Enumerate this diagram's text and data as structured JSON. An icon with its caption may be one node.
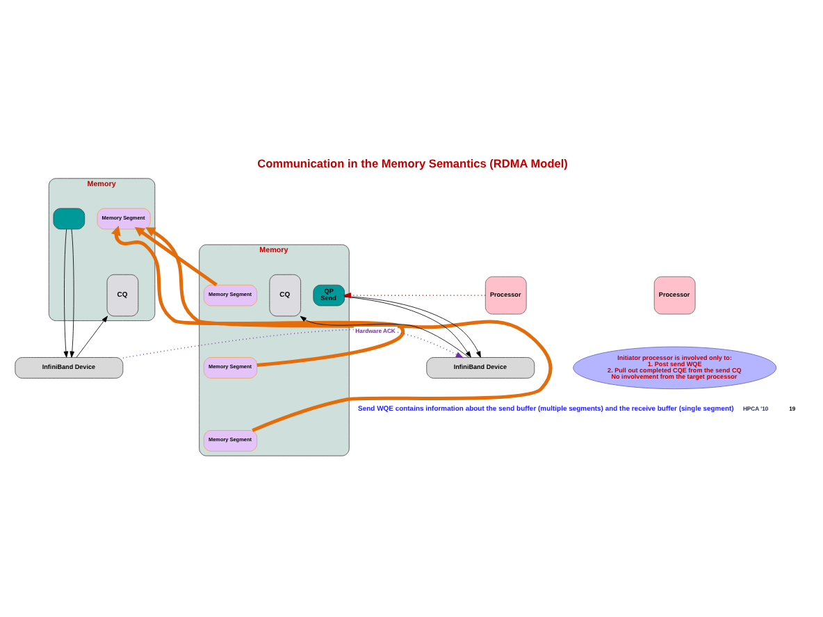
{
  "diagram": {
    "title": "Communication in the Memory Semantics (RDMA Model)",
    "nodes": [
      {
        "text": [
          "Memory"
        ]
      },
      {
        "text": [
          "Memory Segment"
        ],
        "in": 0
      },
      {
        "text": [
          "Memory Segment"
        ],
        "in": 0
      },
      {
        "text": [
          "Memory Segment"
        ],
        "in": 0
      },
      {
        "text": [
          "CQ"
        ],
        "in": 0
      },
      {
        "text": [
          "QP",
          "Send"
        ],
        "in": 0
      },
      {
        "text": [
          "Processor"
        ]
      },
      {
        "text": [
          "Processor"
        ]
      },
      {
        "text": [
          "Memory"
        ]
      },
      {
        "text": [
          "Memory Segment"
        ],
        "in": 8
      },
      {
        "text": [
          "CQ"
        ],
        "in": 8
      },
      {
        "text": [],
        "shape": "box",
        "in": 8
      },
      {
        "text": [
          "InfiniBand Device"
        ]
      },
      {
        "text": [
          "InfiniBand Device"
        ]
      },
      {
        "text": [
          "Initiator processor is involved only to:",
          "1. Post send WQE",
          "2. Pull out completed CQE from the send CQ",
          "No involvement from the target processor"
        ]
      }
    ],
    "edges": [
      {
        "from": 1,
        "to": 9,
        "arrow": "to",
        "style": "thick",
        "color": "#e46c0a"
      },
      {
        "from": 2,
        "to": 9,
        "arrow": "to",
        "style": "thick",
        "color": "#e46c0a"
      },
      {
        "from": 3,
        "to": 9,
        "arrow": "to",
        "style": "thick",
        "color": "#e46c0a"
      },
      {
        "from": 6,
        "to": 5,
        "arrow": "to",
        "style": "dashed",
        "color": "#c00000"
      },
      {
        "from": 12,
        "to": 4,
        "arrow": "to"
      },
      {
        "from": 5,
        "to": 12,
        "arrow": "to"
      },
      {
        "from": 5,
        "to": 12,
        "arrow": "to"
      },
      {
        "from": 11,
        "to": 13,
        "arrow": "to"
      },
      {
        "from": 11,
        "to": 13,
        "arrow": "to"
      },
      {
        "from": 13,
        "to": 10,
        "arrow": "to"
      },
      {
        "from": 13,
        "to": 12,
        "arrow": "to",
        "label": "Hardware ACK",
        "style": "dashed",
        "color": "#7030a0"
      }
    ],
    "labels": [
      "Send WQE contains information about the send buffer (multiple segments) and the receive buffer (single segment)",
      "HPCA '10",
      "19"
    ]
  }
}
